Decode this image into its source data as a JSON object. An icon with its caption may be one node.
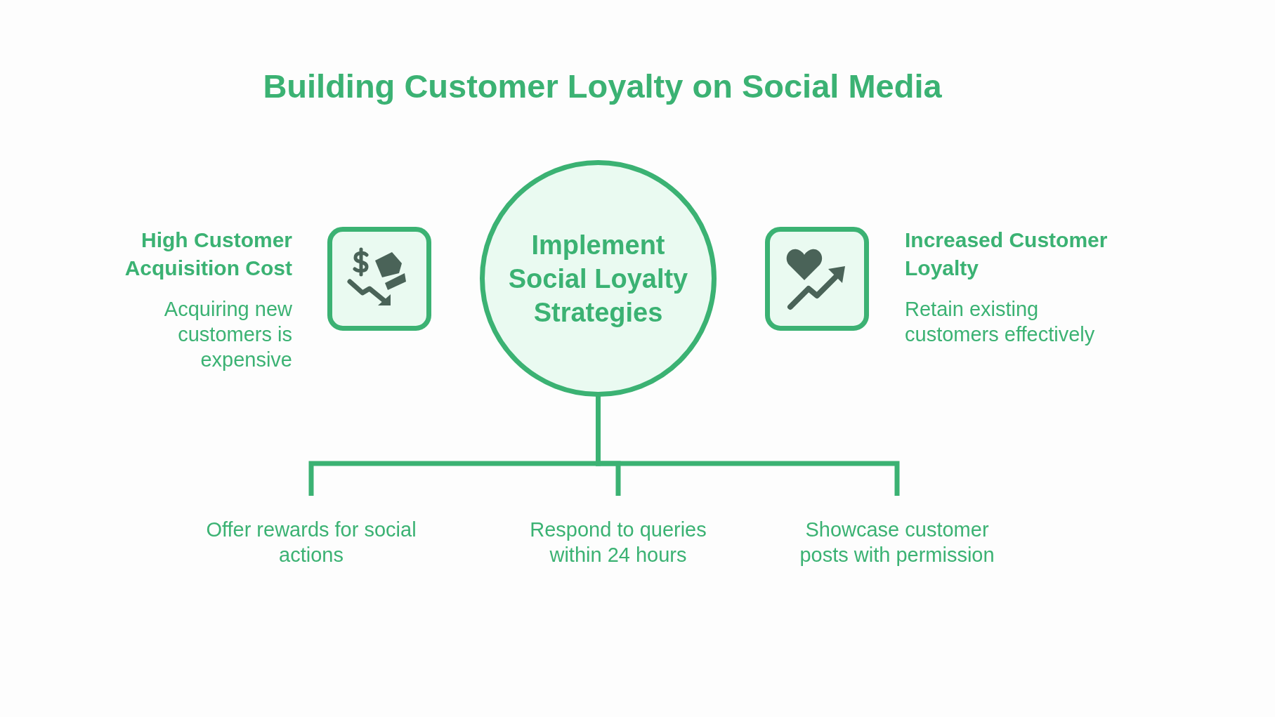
{
  "diagram": {
    "title": "Building Customer Loyalty on Social Media",
    "nodes": [
      {
        "text": [
          "Implement Social Loyalty Strategies"
        ]
      },
      {
        "text": [
          "High Customer Acquisition Cost",
          "Acquiring new customers is expensive"
        ]
      },
      {
        "text": [
          "Increased Customer Loyalty",
          "Retain existing customers effectively"
        ]
      },
      {
        "text": [
          "Offer rewards for social actions"
        ]
      },
      {
        "text": [
          "Respond to queries within 24 hours"
        ]
      },
      {
        "text": [
          "Showcase customer posts with permission"
        ]
      }
    ],
    "edges": [
      {
        "from": 0,
        "to": 3,
        "arrow": "none"
      },
      {
        "from": 0,
        "to": 4,
        "arrow": "none"
      },
      {
        "from": 0,
        "to": 5,
        "arrow": "none"
      }
    ]
  }
}
